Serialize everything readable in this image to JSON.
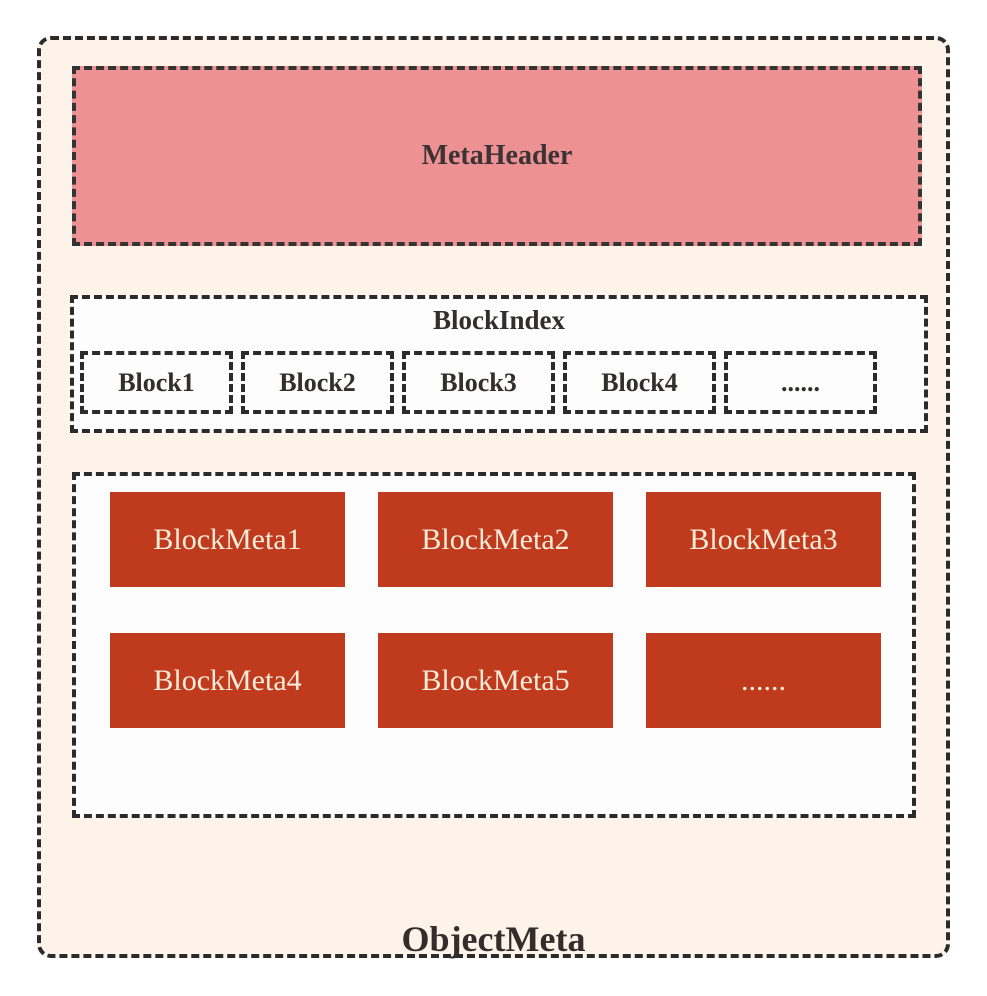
{
  "colors": {
    "canvas_bg": "#ffffff",
    "outer_bg": "#fdf3e9",
    "dashed_border": "#2b2b2b",
    "meta_header_bg": "#ee9192",
    "dark_text": "#332e2b",
    "panel_bg": "#fdfdfd",
    "block_meta_bg": "#c03a1d",
    "block_meta_text": "#f7ecd9"
  },
  "object_meta": {
    "label": "ObjectMeta",
    "meta_header": {
      "label": "MetaHeader"
    },
    "block_index": {
      "label": "BlockIndex",
      "blocks": [
        "Block1",
        "Block2",
        "Block3",
        "Block4",
        "......"
      ]
    },
    "block_meta_grid": {
      "items": [
        "BlockMeta1",
        "BlockMeta2",
        "BlockMeta3",
        "BlockMeta4",
        "BlockMeta5",
        "......"
      ]
    }
  }
}
